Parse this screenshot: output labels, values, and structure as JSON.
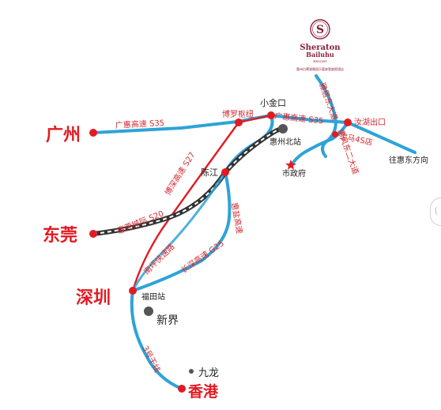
{
  "logo": {
    "brand": "Sheraton",
    "sub": "Bailuhu",
    "resort": "RESORT",
    "cn_line": "惠州白鹭湖雅居乐喜来登度假酒店"
  },
  "cities": {
    "guangzhou": "广州",
    "dongguan": "东莞",
    "shenzhen": "深圳",
    "hongkong": "香港"
  },
  "places": {
    "xiaojinkou": "小金口",
    "huizhou_north": "惠州北站",
    "chenjiang": "陈江",
    "futian": "福田站",
    "xinjie": "新界",
    "jiulong": "九龙",
    "shizhengfu": "市政府",
    "boluo_interchange": "博罗枢纽",
    "ruhu_exit": "汝湖出口",
    "baoma": "宝马4S店",
    "huidong": "往惠东方向"
  },
  "roads": {
    "guanghui_s35": "广惠高速 S35",
    "guanghui_s35_east": "广惠高速 S35",
    "boshen_s27": "博深高速 S27",
    "huiguan_s20": "惠莞城际 S20",
    "nanping": "南坪快速路",
    "changshen_g25": "长深高速 G25",
    "huiyan": "惠盐高速",
    "line3": "3号干线",
    "yaju_east": "雅居东大道",
    "huifeng_east": "惠风东二大道"
  },
  "colors": {
    "red": "#e21b23",
    "blue_road": "#2ea3d8",
    "rail_dark": "#333333"
  },
  "icons": {
    "city_marker": "red-dot-icon",
    "station_marker": "grey-dot-icon",
    "gov_marker": "red-star-icon"
  }
}
